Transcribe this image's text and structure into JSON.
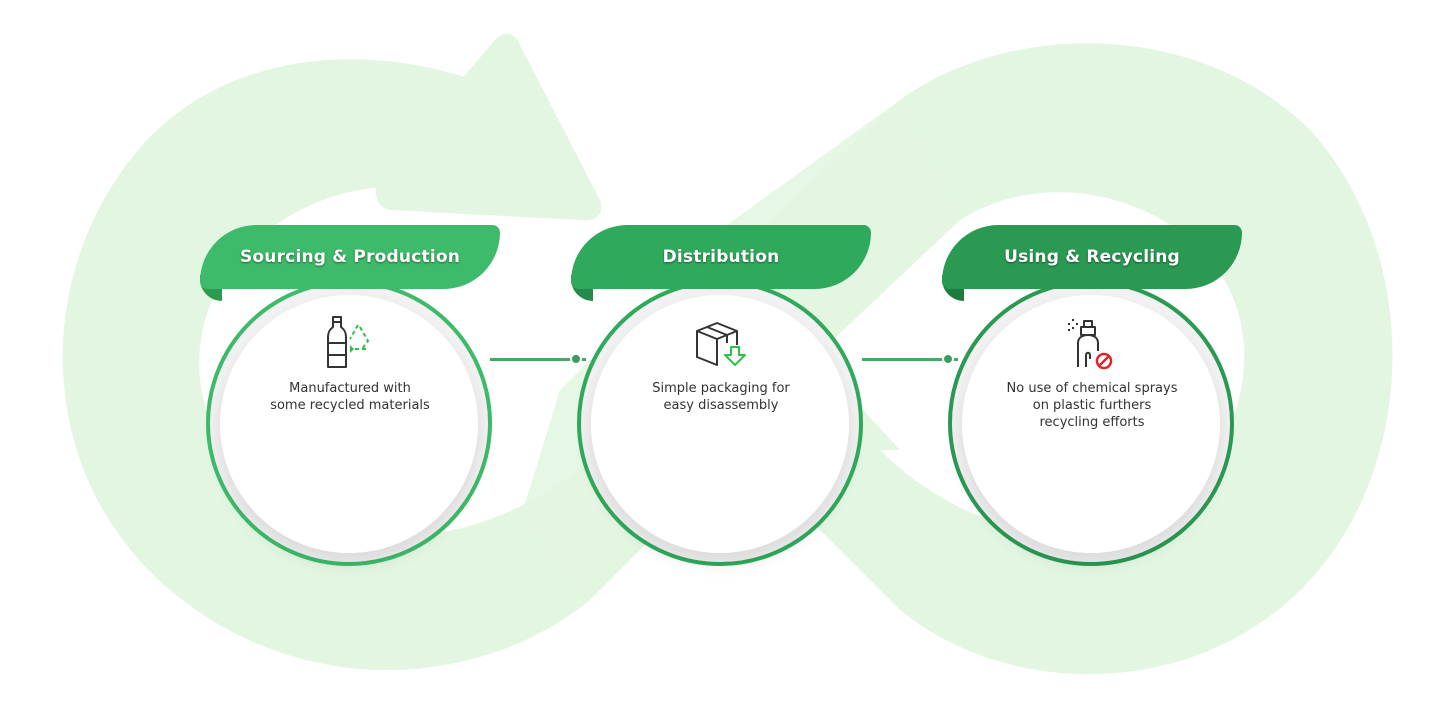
{
  "colors": {
    "background_shape": "#e3f6e2",
    "step1_accent": "#3dbb6a",
    "step2_accent": "#2faa5c",
    "step3_accent": "#2a9a53",
    "connector": "#45a865",
    "icon_dark": "#333333",
    "icon_green": "#2cc24a",
    "icon_red": "#e0242c"
  },
  "steps": [
    {
      "title": "Sourcing & Production",
      "description_line1": "Manufactured with",
      "description_line2": "some recycled materials",
      "description_line3": "",
      "icon": "bottle-recycle-icon"
    },
    {
      "title": "Distribution",
      "description_line1": "Simple packaging for",
      "description_line2": "easy disassembly",
      "description_line3": "",
      "icon": "box-download-icon"
    },
    {
      "title": "Using & Recycling",
      "description_line1": "No use of chemical sprays",
      "description_line2": "on plastic furthers",
      "description_line3": "recycling efforts",
      "icon": "spray-prohibited-icon"
    }
  ]
}
